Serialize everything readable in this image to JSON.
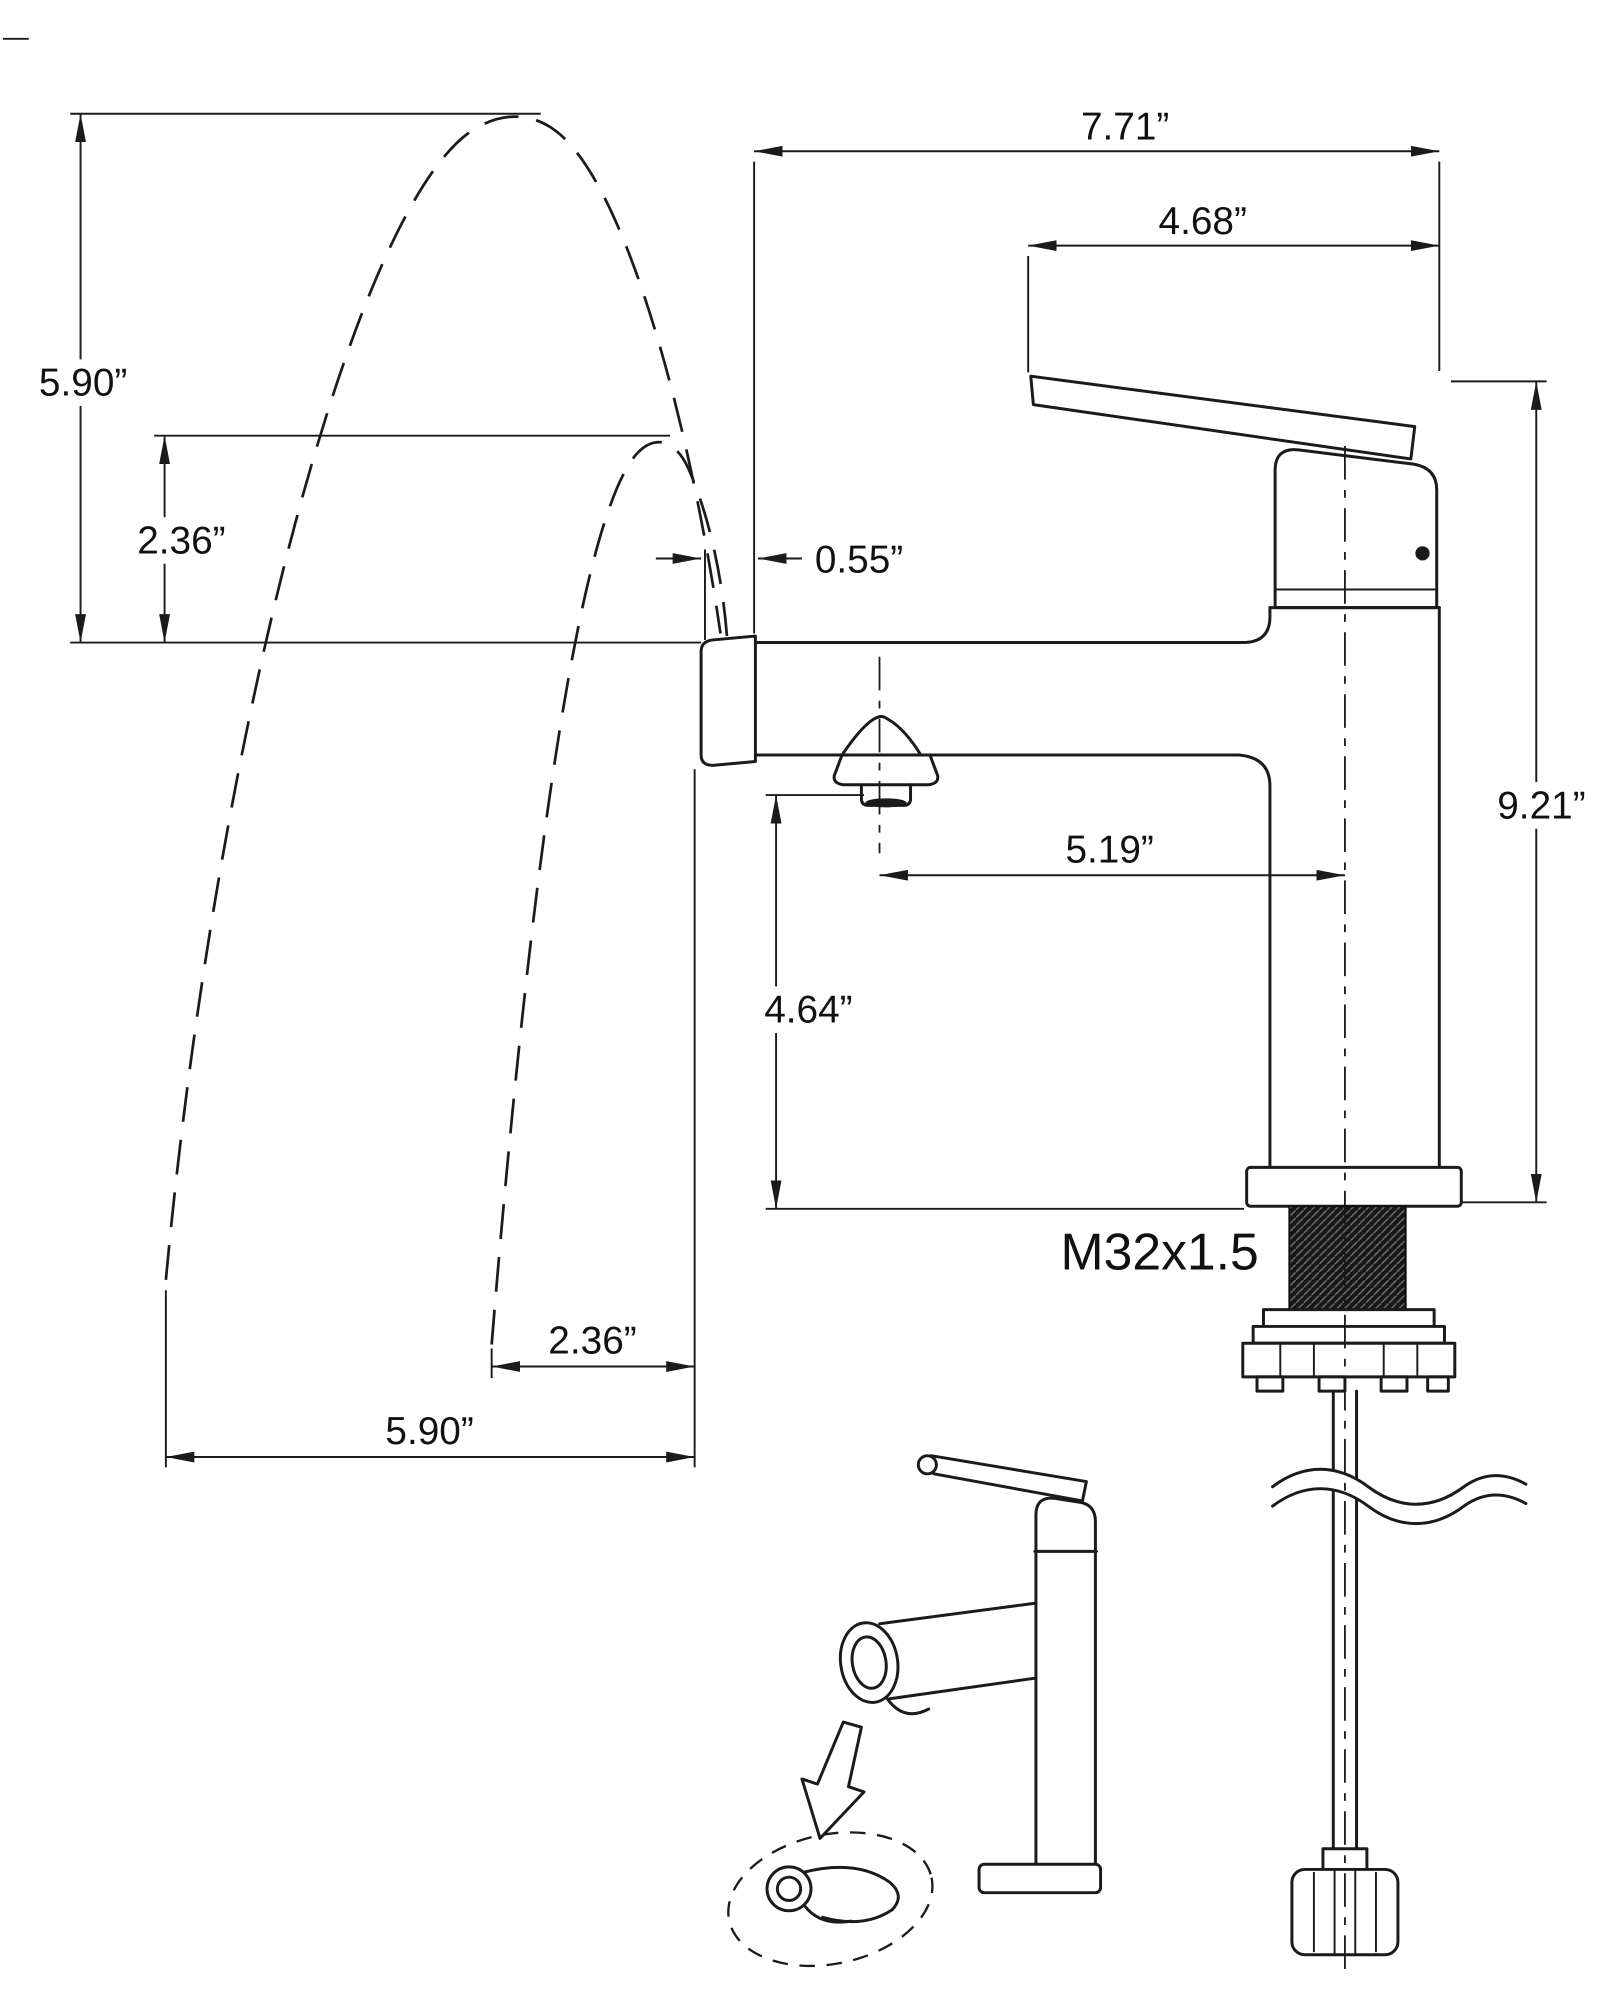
{
  "page": {
    "kind": "technical-dimension-drawing",
    "subject": "single-handle bathroom faucet with swivel spout, spray trajectories, mounting shank and supply hose",
    "colors": {
      "ink": "#1b1b1b",
      "background": "#ffffff"
    }
  },
  "diagram": {
    "labels": {
      "dim_spout_reach_total": "7.71”",
      "dim_handle_reach": "4.68”",
      "dim_arc_height_high": "5.90”",
      "dim_arc_height_low": "2.36”",
      "dim_tip_length": "0.55”",
      "dim_total_height": "9.21”",
      "dim_spout_center_reach": "5.19”",
      "dim_spout_height": "4.64”",
      "dim_arc_reach_low": "2.36”",
      "dim_arc_reach_high": "5.90”",
      "thread_spec": "M32x1.5"
    },
    "icons": {
      "detail_arrow": "outlined arrow pointing to aerator detail callout"
    }
  }
}
